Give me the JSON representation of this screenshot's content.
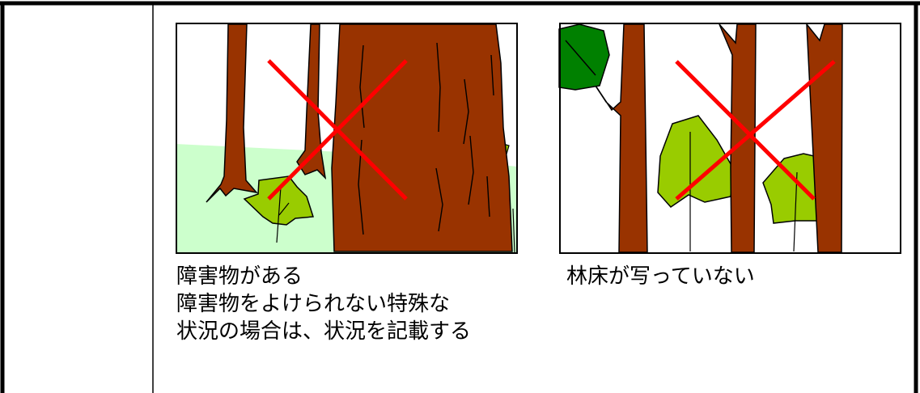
{
  "left_panel": {
    "caption_lines": [
      "障害物がある",
      "障害物をよけられない特殊な",
      "状況の場合は、状況を記載する"
    ]
  },
  "right_panel": {
    "caption_lines": [
      "林床が写っていない"
    ]
  },
  "colors": {
    "trunk": "#993300",
    "ground": "#ccffcc",
    "shrub": "#99cc00",
    "foliage": "#008000",
    "cross": "#ff0000",
    "border": "#000000"
  }
}
